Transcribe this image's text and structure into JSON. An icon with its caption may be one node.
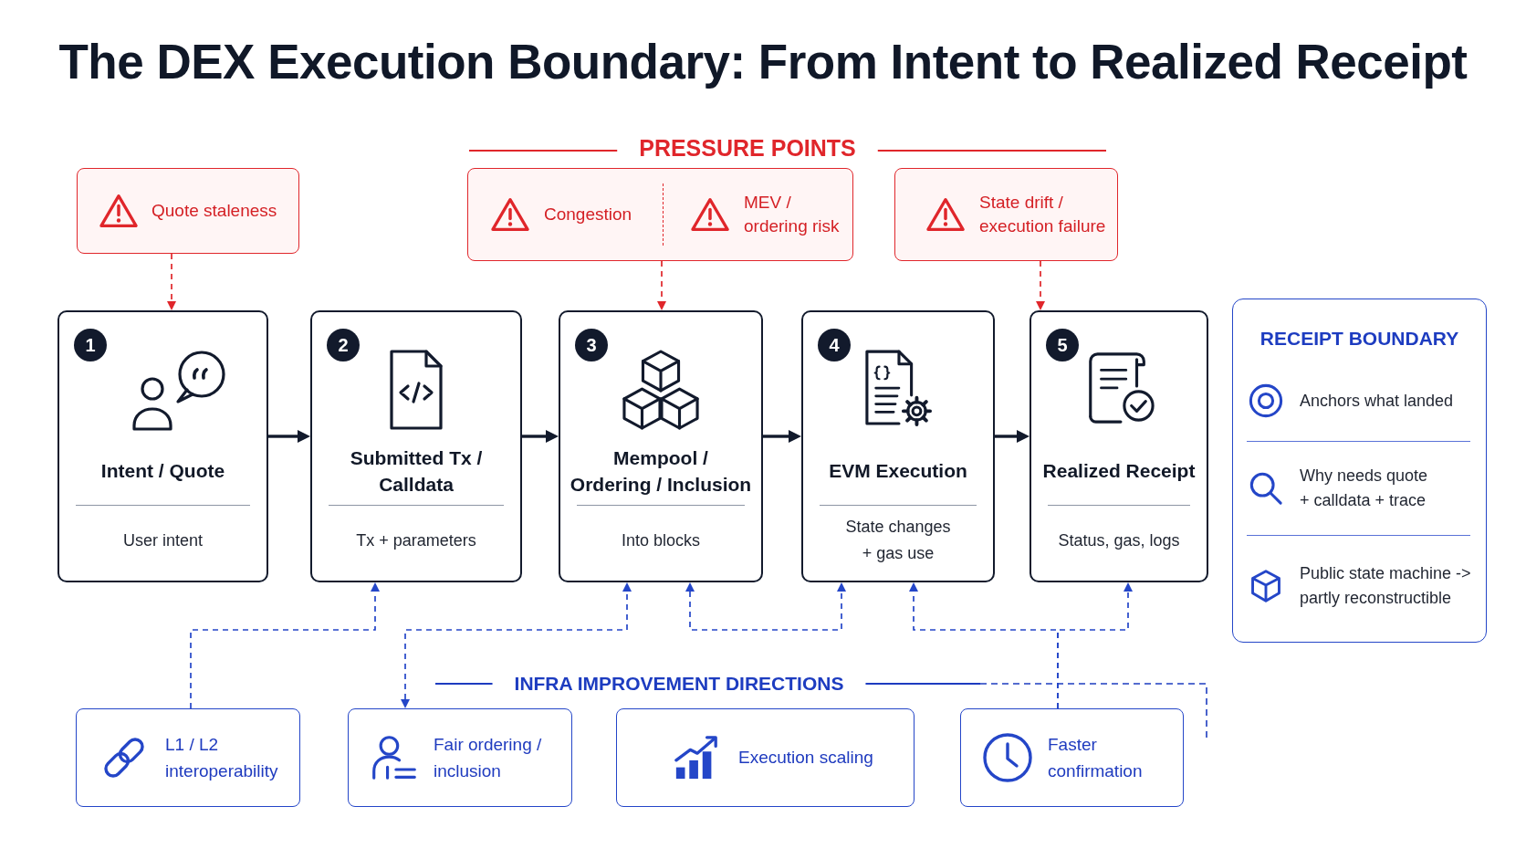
{
  "diagram": {
    "title": "The DEX Execution Boundary: From Intent to Realized Receipt",
    "nodes": [
      {
        "text": [
          "Quote staleness"
        ]
      },
      {
        "text": [
          "Congestion",
          "MEV / ordering risk"
        ]
      },
      {
        "text": [
          "State drift / execution failure"
        ]
      },
      {
        "text": [
          "Intent / Quote",
          "User intent"
        ]
      },
      {
        "text": [
          "1"
        ],
        "in": 3
      },
      {
        "text": [
          "Submitted Tx / Calldata",
          "Tx + parameters"
        ]
      },
      {
        "text": [
          "2"
        ],
        "in": 5
      },
      {
        "text": [
          "Mempool / Ordering / Inclusion",
          "Into blocks"
        ]
      },
      {
        "text": [
          "3"
        ],
        "in": 7
      },
      {
        "text": [
          "EVM Execution",
          "State changes + gas use"
        ]
      },
      {
        "text": [
          "4"
        ],
        "in": 9
      },
      {
        "text": [
          "Realized Receipt",
          "Status, gas, logs"
        ]
      },
      {
        "text": [
          "5"
        ],
        "in": 11
      },
      {
        "text": [
          "RECEIPT BOUNDARY",
          "Anchors what landed",
          "Why needs quote + calldata + trace",
          "Public state machine -> partly reconstructible"
        ]
      },
      {
        "text": [
          "L1 / L2 interoperability"
        ]
      },
      {
        "text": [
          "Fair ordering / inclusion"
        ]
      },
      {
        "text": [
          "Execution scaling"
        ]
      },
      {
        "text": [
          "Faster confirmation"
        ]
      }
    ],
    "edges": [
      {
        "from": 0,
        "to": 3,
        "arrow": "to",
        "style": "dashed",
        "color": "#e0262b"
      },
      {
        "from": 1,
        "to": 7,
        "arrow": "to",
        "style": "dashed",
        "color": "#e0262b"
      },
      {
        "from": 2,
        "to": 11,
        "arrow": "to",
        "style": "dashed",
        "color": "#e0262b"
      },
      {
        "from": 3,
        "to": 5,
        "arrow": "to",
        "color": "#121a2c"
      },
      {
        "from": 5,
        "to": 7,
        "arrow": "to",
        "color": "#121a2c"
      },
      {
        "from": 7,
        "to": 9,
        "arrow": "to",
        "color": "#121a2c"
      },
      {
        "from": 9,
        "to": 11,
        "arrow": "to",
        "color": "#121a2c"
      },
      {
        "from": 14,
        "to": 5,
        "arrow": "to",
        "style": "dashed",
        "color": "#2446c8"
      },
      {
        "from": 15,
        "to": 7,
        "arrow": "both",
        "style": "dashed",
        "color": "#2446c8"
      },
      {
        "from": 7,
        "to": 9,
        "arrow": "both",
        "style": "dashed",
        "color": "#2446c8"
      },
      {
        "from": 17,
        "to": 9,
        "arrow": "to",
        "style": "dashed",
        "color": "#2446c8"
      },
      {
        "from": 17,
        "to": 11,
        "arrow": "to",
        "style": "dashed",
        "color": "#2446c8"
      }
    ],
    "labels": [
      "PRESSURE POINTS",
      "INFRA IMPROVEMENT DIRECTIONS"
    ]
  }
}
